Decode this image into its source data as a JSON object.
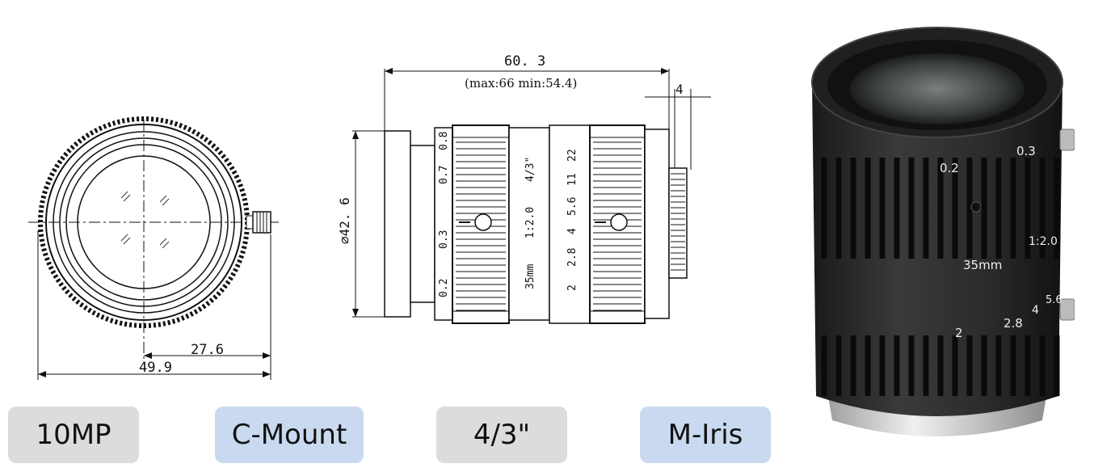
{
  "front_view": {
    "dim_radius": "27.6",
    "dim_overall_width": "49.9"
  },
  "side_view": {
    "dim_length": "60. 3",
    "dim_length_range": "(max:66   min:54.4)",
    "dim_flange": "4",
    "dim_diameter": "⌀42. 6",
    "focus_scale": [
      "0.2",
      "0.3",
      "0.7",
      "0.8"
    ],
    "barrel_text": [
      "1:2.0",
      "4/3\"",
      "35mm"
    ],
    "aperture_scale": [
      "2",
      "2.8",
      "4",
      "5.6",
      "11",
      "22"
    ]
  },
  "photo": {
    "focus_labels": [
      "0.2",
      "0.3"
    ],
    "model_label": "35mm",
    "aperture_ratio": "1:2.0",
    "aperture_labels": [
      "2",
      "2.8",
      "4",
      "5.6"
    ]
  },
  "spec_tags": [
    {
      "label": "10MP",
      "style": "gray"
    },
    {
      "label": "C-Mount",
      "style": "blue"
    },
    {
      "label": "4/3\"",
      "style": "gray"
    },
    {
      "label": "M-Iris",
      "style": "blue"
    }
  ],
  "colors": {
    "tag_gray": "#dcdcdc",
    "tag_blue": "#c9daf0",
    "lens_body": "#2a2a2a"
  }
}
